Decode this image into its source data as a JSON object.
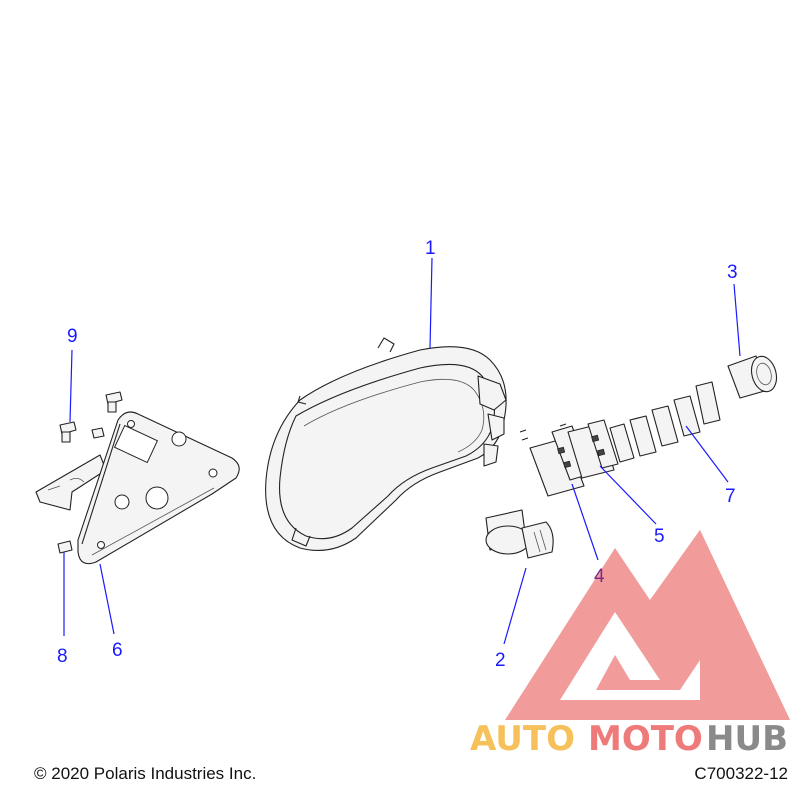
{
  "callouts": [
    {
      "id": "1",
      "label": "1",
      "part": "instrument-cluster"
    },
    {
      "id": "2",
      "label": "2",
      "part": "ignition-switch"
    },
    {
      "id": "3",
      "label": "3",
      "part": "power-outlet"
    },
    {
      "id": "4",
      "label": "4",
      "part": "rocker-switch"
    },
    {
      "id": "5",
      "label": "5",
      "part": "rocker-switch"
    },
    {
      "id": "6",
      "label": "6",
      "part": "mounting-bracket"
    },
    {
      "id": "7",
      "label": "7",
      "part": "switch-plugs"
    },
    {
      "id": "8",
      "label": "8",
      "part": "screw"
    },
    {
      "id": "9",
      "label": "9",
      "part": "screw"
    }
  ],
  "footer": {
    "copyright": "© 2020 Polaris Industries Inc.",
    "drawing_id": "C700322-12"
  },
  "watermark": {
    "brand_part1": "AUTO",
    "brand_part2": "MOTO",
    "brand_part3": "HUB",
    "colors": {
      "triangle": "#ef8a8a",
      "auto": "#f6c15a",
      "moto": "#ef7a7a",
      "hub": "#8a8a8a"
    }
  },
  "colors": {
    "callout": "#1a1aff",
    "callout_alt": "#7a2a8a",
    "line_art": "#222222"
  }
}
